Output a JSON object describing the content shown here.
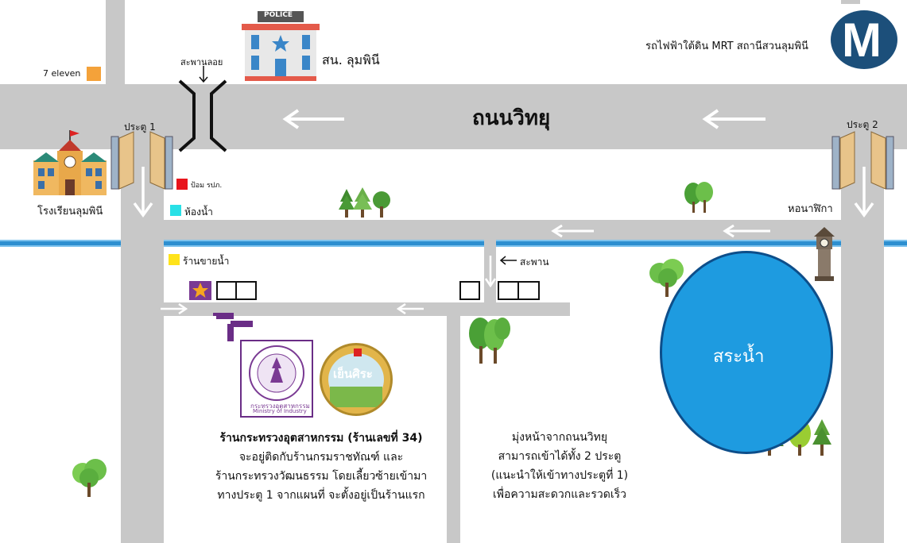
{
  "labels": {
    "police_sign": "POLICE",
    "police_station": "สน. ลุมพินี",
    "mrt_station": "รถไฟฟ้าใต้ดิน MRT สถานีสวนลุมพินี",
    "mrt_logo": "M",
    "seven_eleven": "7 eleven",
    "pontoon_bridge": "สะพานลอย",
    "road_name": "ถนนวิทยุ",
    "gate1": "ประตู 1",
    "gate2": "ประตู 2",
    "school": "โรงเรียนลุมพินี",
    "police_box": "ป้อม รปภ.",
    "restroom": "ห้องน้ำ",
    "clock_tower": "หอนาฬิกา",
    "water_shop": "ร้านขายน้ำ",
    "bridge": "สะพาน",
    "pond": "สระน้ำ",
    "seal_text_1": "กระทรวงอุตสาหกรรม",
    "seal_text_2": "Ministry of Industry",
    "badge_text": "เย็นศิระ"
  },
  "shop_description": {
    "title": "ร้านกระทรวงอุตสาหกรรม (ร้านเลขที่ 34)",
    "line1": "จะอยู่ติดกับร้านกรมราชทัณฑ์ และ",
    "line2": "ร้านกระทรวงวัฒนธรรม โดยเลี้ยวซ้ายเข้ามา",
    "line3": "ทางประตู 1 จากแผนที่ จะตั้งอยู่เป็นร้านแรก"
  },
  "directions_note": {
    "line1": "มุ่งหน้าจากถนนวิทยุ",
    "line2": "สามารถเข้าได้ทั้ง 2 ประตู",
    "line3": "(แนะนำให้เข้าทางประตูที่ 1)",
    "line4": "เพื่อความสะดวกและรวดเร็ว"
  },
  "colors": {
    "road": "#c8c8c8",
    "river": "#2d8fd0",
    "pond": "#1e9be0",
    "mrt": "#1c4f7a",
    "seven_eleven": "#f4a23a",
    "police_box": "#e8141c",
    "restroom": "#29e0e6",
    "water_shop": "#ffe31a",
    "shop_star_bg": "#7a3a93",
    "marker": "#6a2d86"
  }
}
